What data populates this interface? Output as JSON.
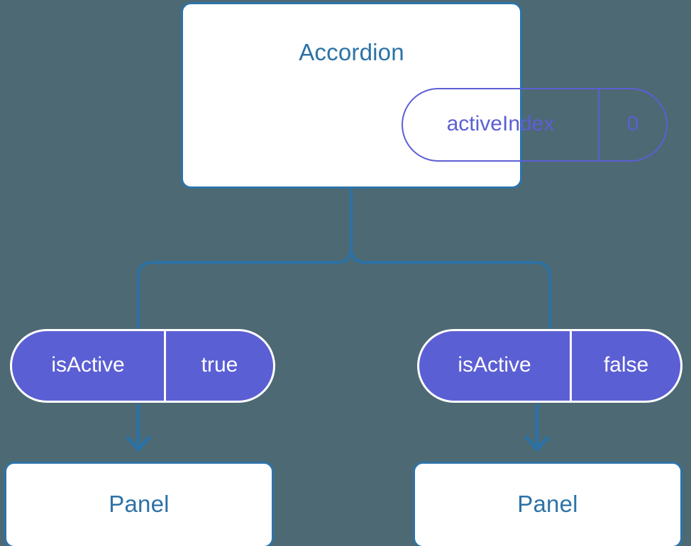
{
  "diagram": {
    "title_text": "React component state tree",
    "background_color": "#4d6973",
    "accent_blue": "#2c72a6",
    "accent_purple": "#5b5fd4",
    "card_bg": "#ffffff"
  },
  "root": {
    "label": "Accordion",
    "state_pill": {
      "key": "activeIndex",
      "value": "0"
    }
  },
  "branches": [
    {
      "prop_pill": {
        "key": "isActive",
        "value": "true"
      },
      "child": {
        "label": "Panel"
      }
    },
    {
      "prop_pill": {
        "key": "isActive",
        "value": "false"
      },
      "child": {
        "label": "Panel"
      }
    }
  ]
}
